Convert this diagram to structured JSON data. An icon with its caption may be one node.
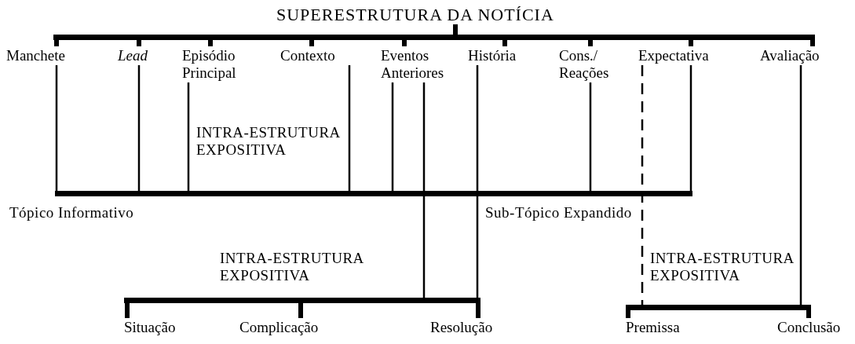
{
  "diagram": {
    "nodes": [
      {
        "text": [
          "SUPERESTRUTURA DA NOTÍCIA"
        ]
      },
      {
        "text": [],
        "shape": "bar"
      },
      {
        "text": [
          "Manchete"
        ]
      },
      {
        "text": [
          "Lead"
        ]
      },
      {
        "text": [
          "Episódio Principal"
        ]
      },
      {
        "text": [
          "Contexto"
        ]
      },
      {
        "text": [
          "Eventos Anteriores"
        ]
      },
      {
        "text": [
          "História"
        ]
      },
      {
        "text": [
          "Cons./ Reações"
        ]
      },
      {
        "text": [
          "Expectativa"
        ]
      },
      {
        "text": [
          "Avaliação"
        ]
      },
      {
        "text": [],
        "shape": "bar",
        "beside": [
          "INTRA-ESTRUTURA EXPOSITIVA",
          "Tópico Informativo",
          "Sub-Tópico Expandido"
        ]
      },
      {
        "text": [],
        "shape": "bar",
        "beside": [
          "INTRA-ESTRUTURA EXPOSITIVA"
        ]
      },
      {
        "text": [
          "Situação"
        ]
      },
      {
        "text": [
          "Complicação"
        ]
      },
      {
        "text": [
          "Resolução"
        ]
      },
      {
        "text": [],
        "shape": "bar",
        "beside": [
          "INTRA-ESTRUTURA EXPOSITIVA"
        ]
      },
      {
        "text": [
          "Premissa"
        ]
      },
      {
        "text": [
          "Conclusão"
        ]
      }
    ],
    "edges": [
      {
        "from": 0,
        "to": 1,
        "arrow": "none"
      },
      {
        "from": 1,
        "to": 2,
        "arrow": "none"
      },
      {
        "from": 1,
        "to": 3,
        "arrow": "none"
      },
      {
        "from": 1,
        "to": 4,
        "arrow": "none"
      },
      {
        "from": 1,
        "to": 5,
        "arrow": "none"
      },
      {
        "from": 1,
        "to": 6,
        "arrow": "none"
      },
      {
        "from": 1,
        "to": 7,
        "arrow": "none"
      },
      {
        "from": 1,
        "to": 8,
        "arrow": "none"
      },
      {
        "from": 1,
        "to": 9,
        "arrow": "none"
      },
      {
        "from": 1,
        "to": 10,
        "arrow": "none"
      },
      {
        "from": 2,
        "to": 11,
        "arrow": "none"
      },
      {
        "from": 3,
        "to": 11,
        "arrow": "none"
      },
      {
        "from": 4,
        "to": 11,
        "arrow": "none"
      },
      {
        "from": 5,
        "to": 11,
        "arrow": "none"
      },
      {
        "from": 6,
        "to": 11,
        "arrow": "none"
      },
      {
        "from": 8,
        "to": 11,
        "arrow": "none"
      },
      {
        "from": 9,
        "to": 11,
        "arrow": "none"
      },
      {
        "from": 6,
        "to": 12,
        "arrow": "none"
      },
      {
        "from": 7,
        "to": 12,
        "arrow": "none"
      },
      {
        "from": 12,
        "to": 13,
        "arrow": "none"
      },
      {
        "from": 12,
        "to": 14,
        "arrow": "none"
      },
      {
        "from": 12,
        "to": 15,
        "arrow": "none"
      },
      {
        "from": 9,
        "to": 16,
        "arrow": "none",
        "style": "dashed"
      },
      {
        "from": 10,
        "to": 16,
        "arrow": "none"
      },
      {
        "from": 16,
        "to": 17,
        "arrow": "none"
      },
      {
        "from": 16,
        "to": 18,
        "arrow": "none"
      }
    ]
  }
}
